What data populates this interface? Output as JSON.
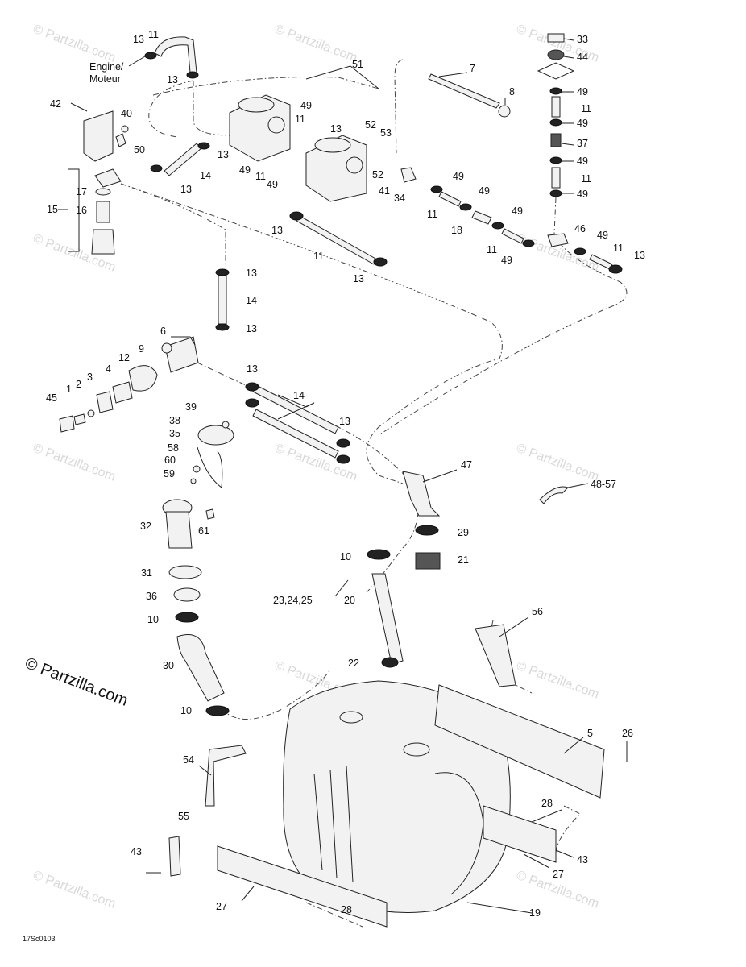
{
  "watermark": "© Partzilla.com",
  "copyright": "© Partzilla.com",
  "diagram_code": "17Sc0103",
  "engine_label_line1": "Engine/",
  "engine_label_line2": "Moteur",
  "callouts": [
    {
      "id": "c-13a",
      "text": "13"
    },
    {
      "id": "c-11a",
      "text": "11"
    },
    {
      "id": "c-13b",
      "text": "13"
    },
    {
      "id": "c-51",
      "text": "51"
    },
    {
      "id": "c-7",
      "text": "7"
    },
    {
      "id": "c-8",
      "text": "8"
    },
    {
      "id": "c-33",
      "text": "33"
    },
    {
      "id": "c-44",
      "text": "44"
    },
    {
      "id": "c-49a",
      "text": "49"
    },
    {
      "id": "c-11b",
      "text": "11"
    },
    {
      "id": "c-49b",
      "text": "49"
    },
    {
      "id": "c-37",
      "text": "37"
    },
    {
      "id": "c-49c",
      "text": "49"
    },
    {
      "id": "c-11c",
      "text": "11"
    },
    {
      "id": "c-49d",
      "text": "49"
    },
    {
      "id": "c-42",
      "text": "42"
    },
    {
      "id": "c-40",
      "text": "40"
    },
    {
      "id": "c-50",
      "text": "50"
    },
    {
      "id": "c-49e",
      "text": "49"
    },
    {
      "id": "c-11d",
      "text": "11"
    },
    {
      "id": "c-13c",
      "text": "13"
    },
    {
      "id": "c-52a",
      "text": "52"
    },
    {
      "id": "c-53",
      "text": "53"
    },
    {
      "id": "c-13d",
      "text": "13"
    },
    {
      "id": "c-49f",
      "text": "49"
    },
    {
      "id": "c-11e",
      "text": "11"
    },
    {
      "id": "c-49g",
      "text": "49"
    },
    {
      "id": "c-52b",
      "text": "52"
    },
    {
      "id": "c-13e",
      "text": "13"
    },
    {
      "id": "c-14a",
      "text": "14"
    },
    {
      "id": "c-41",
      "text": "41"
    },
    {
      "id": "c-34",
      "text": "34"
    },
    {
      "id": "c-49h",
      "text": "49"
    },
    {
      "id": "c-49i",
      "text": "49"
    },
    {
      "id": "c-11f",
      "text": "11"
    },
    {
      "id": "c-49j",
      "text": "49"
    },
    {
      "id": "c-15",
      "text": "15"
    },
    {
      "id": "c-17",
      "text": "17"
    },
    {
      "id": "c-16",
      "text": "16"
    },
    {
      "id": "c-18",
      "text": "18"
    },
    {
      "id": "c-46",
      "text": "46"
    },
    {
      "id": "c-49k",
      "text": "49"
    },
    {
      "id": "c-11g",
      "text": "11"
    },
    {
      "id": "c-11h",
      "text": "11"
    },
    {
      "id": "c-49l",
      "text": "49"
    },
    {
      "id": "c-13f",
      "text": "13"
    },
    {
      "id": "c-13g",
      "text": "13"
    },
    {
      "id": "c-11i",
      "text": "11"
    },
    {
      "id": "c-13h",
      "text": "13"
    },
    {
      "id": "c-13i",
      "text": "13"
    },
    {
      "id": "c-14b",
      "text": "14"
    },
    {
      "id": "c-13j",
      "text": "13"
    },
    {
      "id": "c-6",
      "text": "6"
    },
    {
      "id": "c-12",
      "text": "12"
    },
    {
      "id": "c-9",
      "text": "9"
    },
    {
      "id": "c-4",
      "text": "4"
    },
    {
      "id": "c-3",
      "text": "3"
    },
    {
      "id": "c-2",
      "text": "2"
    },
    {
      "id": "c-1",
      "text": "1"
    },
    {
      "id": "c-45",
      "text": "45"
    },
    {
      "id": "c-13k",
      "text": "13"
    },
    {
      "id": "c-14c",
      "text": "14"
    },
    {
      "id": "c-39",
      "text": "39"
    },
    {
      "id": "c-38",
      "text": "38"
    },
    {
      "id": "c-35",
      "text": "35"
    },
    {
      "id": "c-58",
      "text": "58"
    },
    {
      "id": "c-60",
      "text": "60"
    },
    {
      "id": "c-59",
      "text": "59"
    },
    {
      "id": "c-13l",
      "text": "13"
    },
    {
      "id": "c-47",
      "text": "47"
    },
    {
      "id": "c-48-57",
      "text": "48-57"
    },
    {
      "id": "c-32",
      "text": "32"
    },
    {
      "id": "c-61",
      "text": "61"
    },
    {
      "id": "c-29",
      "text": "29"
    },
    {
      "id": "c-10a",
      "text": "10"
    },
    {
      "id": "c-21",
      "text": "21"
    },
    {
      "id": "c-31",
      "text": "31"
    },
    {
      "id": "c-23-24-25",
      "text": "23,24,25"
    },
    {
      "id": "c-20",
      "text": "20"
    },
    {
      "id": "c-36",
      "text": "36"
    },
    {
      "id": "c-10b",
      "text": "10"
    },
    {
      "id": "c-56",
      "text": "56"
    },
    {
      "id": "c-22",
      "text": "22"
    },
    {
      "id": "c-30",
      "text": "30"
    },
    {
      "id": "c-10c",
      "text": "10"
    },
    {
      "id": "c-5",
      "text": "5"
    },
    {
      "id": "c-26",
      "text": "26"
    },
    {
      "id": "c-54",
      "text": "54"
    },
    {
      "id": "c-55",
      "text": "55"
    },
    {
      "id": "c-28a",
      "text": "28"
    },
    {
      "id": "c-43a",
      "text": "43"
    },
    {
      "id": "c-43b",
      "text": "43"
    },
    {
      "id": "c-27a",
      "text": "27"
    },
    {
      "id": "c-27b",
      "text": "27"
    },
    {
      "id": "c-28b",
      "text": "28"
    },
    {
      "id": "c-19",
      "text": "19"
    }
  ]
}
